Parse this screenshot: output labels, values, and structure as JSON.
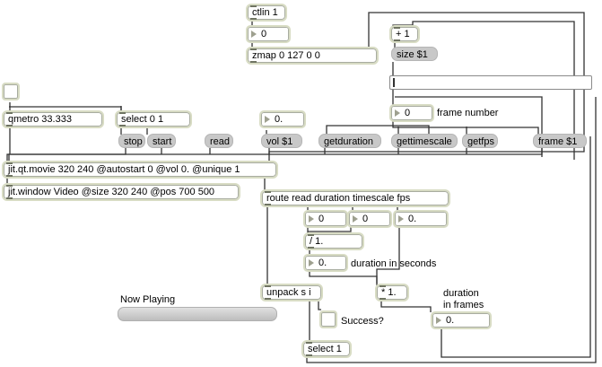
{
  "objects": {
    "ctlin": "ctlin 1",
    "plus": "+ 1",
    "zmap": "zmap 0 127 0 0",
    "size": "size $1",
    "qmetro": "qmetro 33.333",
    "select01": "select 0 1",
    "stop": "stop",
    "start": "start",
    "read": "read",
    "vol": "vol $1",
    "getduration": "getduration",
    "gettimescale": "gettimescale",
    "getfps": "getfps",
    "frame": "frame $1",
    "movie": "jit.qt.movie 320 240 @autostart 0 @vol 0. @unique 1",
    "window": "jit.window Video @size 320 240 @pos 700 500",
    "route": "route read duration timescale fps",
    "divide": "/ 1.",
    "unpack": "unpack s i",
    "multiply": "* 1.",
    "select1": "select 1"
  },
  "numbers": {
    "ctlin_out": "0",
    "frame_number": "0",
    "vol_value": "0.",
    "duration": "0",
    "timescale": "0",
    "fps": "0.",
    "duration_seconds": "0.",
    "duration_frames": "0."
  },
  "comments": {
    "frame_number": "frame number",
    "duration_seconds": "duration in seconds",
    "duration_frames_1": "duration",
    "duration_frames_2": "in frames",
    "now_playing": "Now Playing",
    "success": "Success?"
  }
}
